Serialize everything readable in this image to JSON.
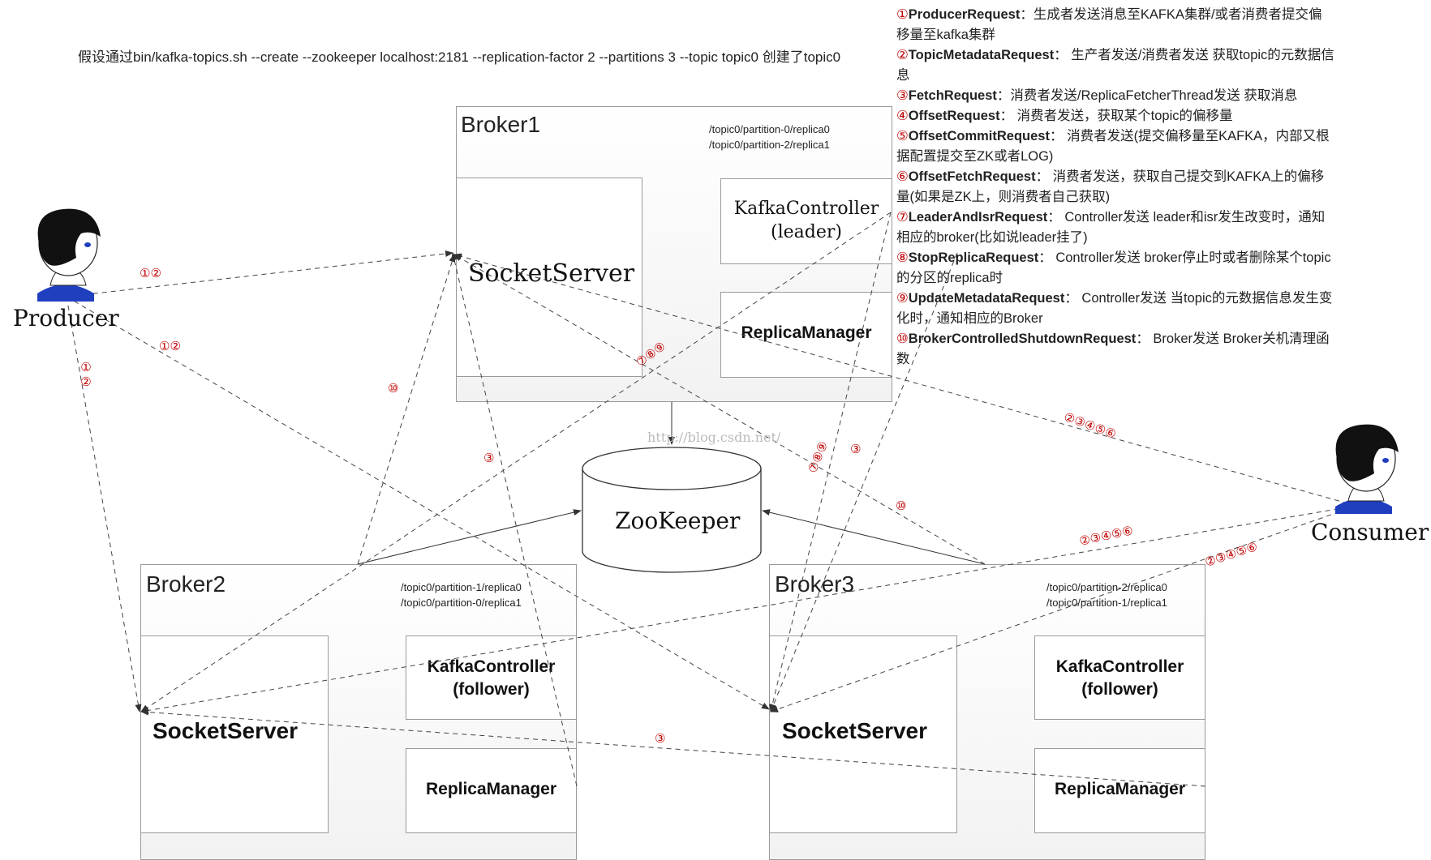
{
  "header_command": "假设通过bin/kafka-topics.sh --create --zookeeper localhost:2181 --replication-factor 2 --partitions 3 --topic topic0 创建了topic0",
  "actors": {
    "producer": "Producer",
    "consumer": "Consumer"
  },
  "zookeeper": "ZooKeeper",
  "watermark": "http://blog.csdn.net/",
  "brokers": [
    {
      "title": "Broker1",
      "paths": [
        "/topic0/partition-0/replica0",
        "/topic0/partition-2/replica1"
      ],
      "socket_server": "SocketServer",
      "kafka_controller": "KafkaController\n(leader)",
      "replica_manager": "ReplicaManager"
    },
    {
      "title": "Broker2",
      "paths": [
        "/topic0/partition-1/replica0",
        "/topic0/partition-0/replica1"
      ],
      "socket_server": "SocketServer",
      "kafka_controller": "KafkaController\n(follower)",
      "replica_manager": "ReplicaManager"
    },
    {
      "title": "Broker3",
      "paths": [
        "/topic0/partition-2/replica0",
        "/topic0/partition-1/replica1"
      ],
      "socket_server": "SocketServer",
      "kafka_controller": "KafkaController\n(follower)",
      "replica_manager": "ReplicaManager"
    }
  ],
  "edge_labels": {
    "p_b1": "①②",
    "p_b3": "①②",
    "p_b2": "①②",
    "ctrl_789_a": "⑦⑧⑨",
    "ctrl_789_b": "⑦⑧⑨",
    "fetch_3_a": "③",
    "fetch_3_b": "③",
    "fetch_3_c": "③",
    "shutdown_10_a": "⑩",
    "shutdown_10_b": "⑩",
    "c_b1": "②③④⑤⑥",
    "c_b2": "②③④⑤⑥",
    "c_b3": "②③④⑤⑥"
  },
  "legend": [
    {
      "num": "①",
      "name": "ProducerRequest",
      "desc": "：生成者发送消息至KAFKA集群/或者消费者提交偏移量至kafka集群"
    },
    {
      "num": "②",
      "name": "TopicMetadataRequest",
      "desc": "： 生产者发送/消费者发送 获取topic的元数据信息"
    },
    {
      "num": "③",
      "name": "FetchRequest",
      "desc": "：消费者发送/ReplicaFetcherThread发送 获取消息"
    },
    {
      "num": "④",
      "name": "OffsetRequest",
      "desc": "： 消费者发送，获取某个topic的偏移量"
    },
    {
      "num": "⑤",
      "name": "OffsetCommitRequest",
      "desc": "： 消费者发送(提交偏移量至KAFKA，内部又根据配置提交至ZK或者LOG)"
    },
    {
      "num": "⑥",
      "name": "OffsetFetchRequest",
      "desc": "： 消费者发送，获取自己提交到KAFKA上的偏移量(如果是ZK上，则消费者自己获取)"
    },
    {
      "num": "⑦",
      "name": "LeaderAndIsrRequest",
      "desc": "： Controller发送 leader和isr发生改变时，通知相应的broker(比如说leader挂了)"
    },
    {
      "num": "⑧",
      "name": "StopReplicaRequest",
      "desc": "： Controller发送 broker停止时或者删除某个topic的分区的replica时"
    },
    {
      "num": "⑨",
      "name": "UpdateMetadataRequest",
      "desc": "： Controller发送 当topic的元数据信息发生变化时，通知相应的Broker"
    },
    {
      "num": "⑩",
      "name": "BrokerControlledShutdownRequest",
      "desc": "： Broker发送 Broker关机清理函数"
    }
  ]
}
